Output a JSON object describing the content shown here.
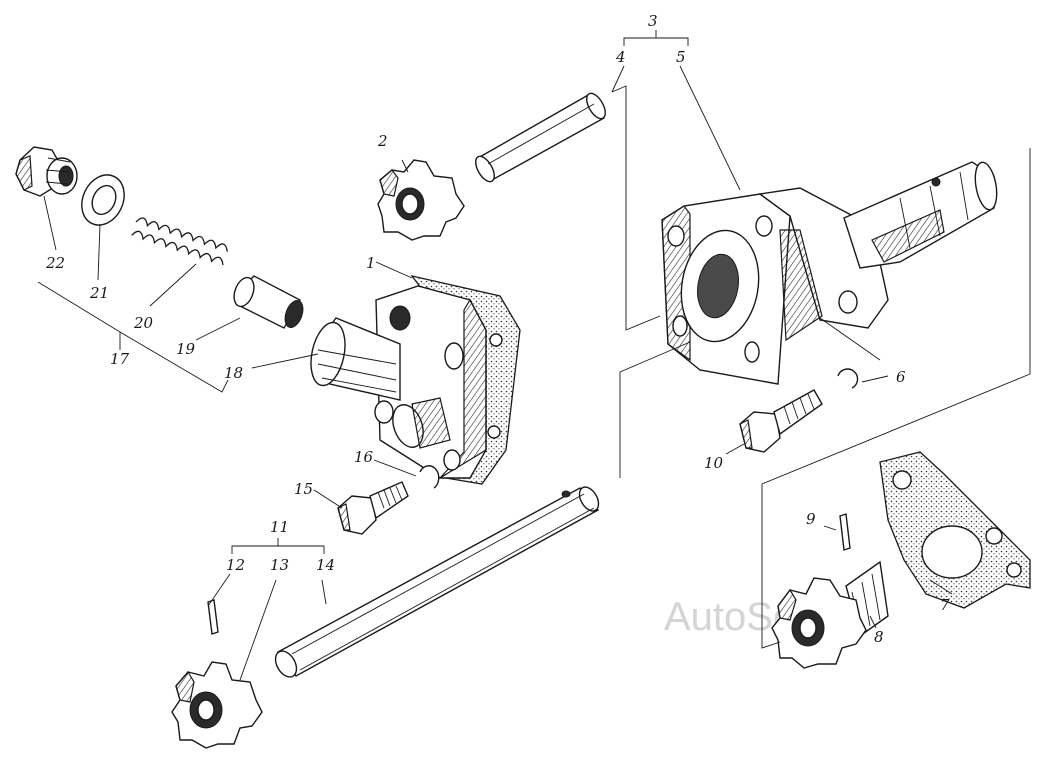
{
  "labels": {
    "l1": "1",
    "l2": "2",
    "l3": "3",
    "l4": "4",
    "l5": "5",
    "l6": "6",
    "l7": "7",
    "l8": "8",
    "l9": "9",
    "l10": "10",
    "l11": "11",
    "l12": "12",
    "l13": "13",
    "l14": "14",
    "l15": "15",
    "l16": "16",
    "l17": "17",
    "l18": "18",
    "l19": "19",
    "l20": "20",
    "l21": "21",
    "l22": "22"
  },
  "watermark": "AutoSoft",
  "colors": {
    "ink": "#1a1a1a",
    "paper": "#ffffff",
    "watermark": "#d4d4d4"
  }
}
